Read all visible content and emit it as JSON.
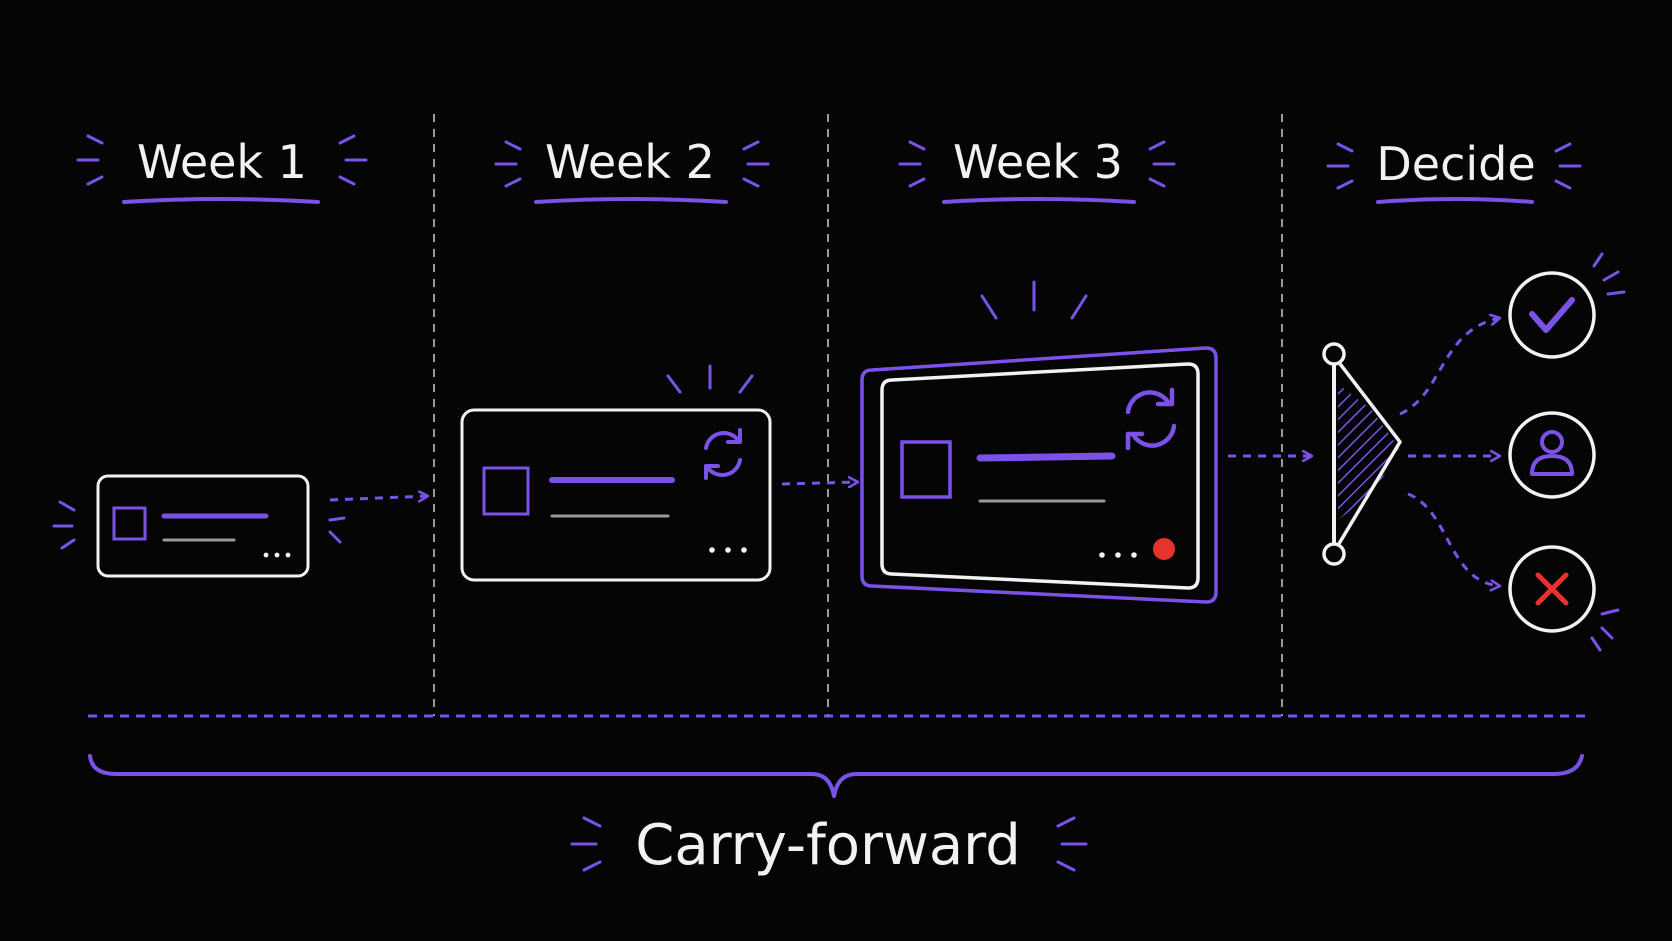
{
  "columns": [
    {
      "id": "week-1",
      "title": "Week 1"
    },
    {
      "id": "week-2",
      "title": "Week 2"
    },
    {
      "id": "week-3",
      "title": "Week 3"
    },
    {
      "id": "decide",
      "title": "Decide"
    }
  ],
  "footer": {
    "label": "Carry-forward"
  },
  "outcomes": [
    {
      "id": "approve",
      "icon": "checkmark-icon"
    },
    {
      "id": "person",
      "icon": "person-icon"
    },
    {
      "id": "reject",
      "icon": "x-icon"
    }
  ],
  "colors": {
    "background": "#050505",
    "accent": "#7b52e8",
    "card_outline": "#f2f2f2",
    "divider": "#9a9a9a",
    "alert": "#e8322e"
  }
}
